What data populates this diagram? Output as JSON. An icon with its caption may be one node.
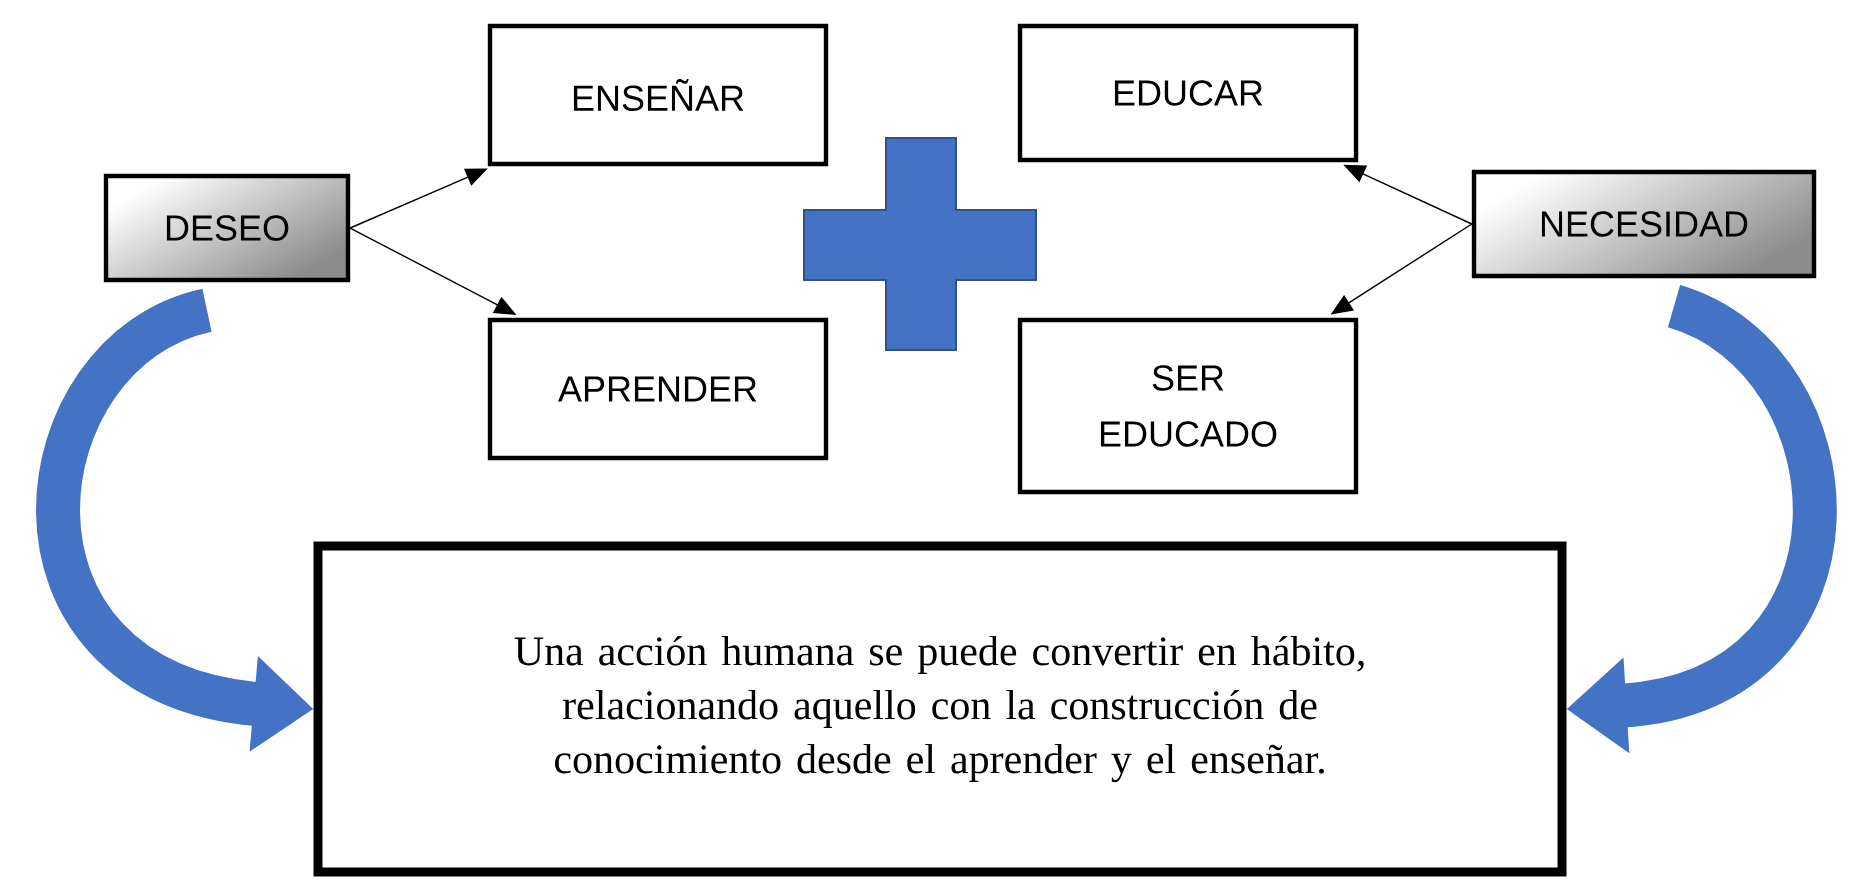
{
  "diagram": {
    "nodes": [
      {
        "text": [
          "DESEO"
        ]
      },
      {
        "text": [
          "ENSEÑAR"
        ]
      },
      {
        "text": [
          "APRENDER"
        ]
      },
      {
        "text": [
          "EDUCAR"
        ]
      },
      {
        "text": [
          "SER EDUCADO"
        ]
      },
      {
        "text": [
          "NECESIDAD"
        ]
      },
      {
        "text": [],
        "shape": "plus"
      },
      {
        "text": [
          "Una acción humana se puede convertir en hábito, relacionando aquello con la construcción de conocimiento desde el aprender y el enseñar."
        ]
      }
    ],
    "edges": [
      {
        "from": 0,
        "to": 1,
        "arrow": "to"
      },
      {
        "from": 0,
        "to": 2,
        "arrow": "to"
      },
      {
        "from": 5,
        "to": 3,
        "arrow": "to"
      },
      {
        "from": 5,
        "to": 4,
        "arrow": "to"
      },
      {
        "from": 0,
        "to": 7,
        "arrow": "to",
        "style": "thick",
        "color": "#4472c4"
      },
      {
        "from": 5,
        "to": 7,
        "arrow": "to",
        "style": "thick",
        "color": "#4472c4"
      }
    ]
  }
}
